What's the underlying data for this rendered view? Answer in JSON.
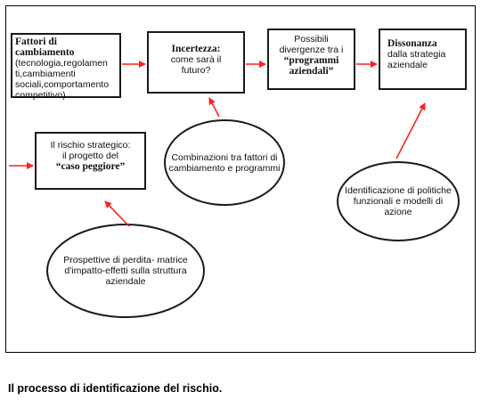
{
  "boxes": {
    "fattori": {
      "title": "Fattori di cambiamento",
      "lines": [
        "(tecnologia,regolamen",
        "ti,cambiamenti",
        "sociali,comportamento",
        "competitivo)"
      ]
    },
    "incertezza": {
      "title": "Incertezza:",
      "lines": [
        "come sarà il",
        "futuro?"
      ]
    },
    "divergenze": {
      "lines": [
        "Possibili",
        "divergenze tra  i"
      ],
      "bold_lines": [
        "“programmi",
        "aziendali”"
      ]
    },
    "dissonanza": {
      "title": "Dissonanza",
      "lines": [
        "dalla strategia",
        "aziendale"
      ]
    },
    "rischio": {
      "lines": [
        "Il rischio strategico:",
        "il progetto del"
      ],
      "bold_lines": [
        "“caso peggiore”"
      ]
    }
  },
  "ellipses": {
    "combinazioni": [
      "Combinazioni tra fattori",
      "di cambiamento e",
      "programmi"
    ],
    "identificazione": [
      "Identificazione di",
      "politiche funzionali",
      "e modelli di azione"
    ],
    "prospettive": [
      "Prospettive di perdita-",
      "matrice d'impatto-effetti",
      "sulla struttura aziendale"
    ]
  },
  "colors": {
    "arrow": "#ff2020",
    "border": "#1a1a1a"
  },
  "caption": "Il processo di identificazione del rischio."
}
